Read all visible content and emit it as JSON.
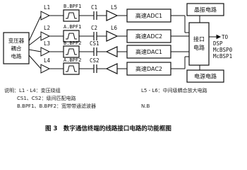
{
  "diagram": {
    "coupler": {
      "lines": [
        "变压器",
        "耦合",
        "电路"
      ]
    },
    "lines": [
      "L1",
      "L2",
      "L3",
      "L4"
    ],
    "lines_right": [
      "L5",
      "L6"
    ],
    "filters": [
      "B.BPF1",
      "A.BPF1",
      "B.BPF2",
      "A.BPF2"
    ],
    "caps": [
      "C1",
      "C2",
      "CS1",
      "CS2"
    ],
    "adc_dac": [
      "高速ADC1",
      "高速ADC2",
      "高速DAC1",
      "高速DAC2"
    ],
    "crystal": "晶振电路",
    "interface": [
      "接口",
      "电路"
    ],
    "power": "电源电路",
    "outputs": [
      "TO",
      "DSP",
      "McBSP0",
      "McBSP1"
    ]
  },
  "legend": {
    "row1": "说明：L1 - L4：变压绕组",
    "row1_right": "L5 - L6：中间级耦合放大电路",
    "row2": "CS1、CS2：级间匹配电路",
    "row3": "B.BPF1、B.BPF2：宽带带通滤波器",
    "row3_right": "N.B"
  },
  "caption": "图 3　数字通信终端的线路接口电路的功能框图"
}
